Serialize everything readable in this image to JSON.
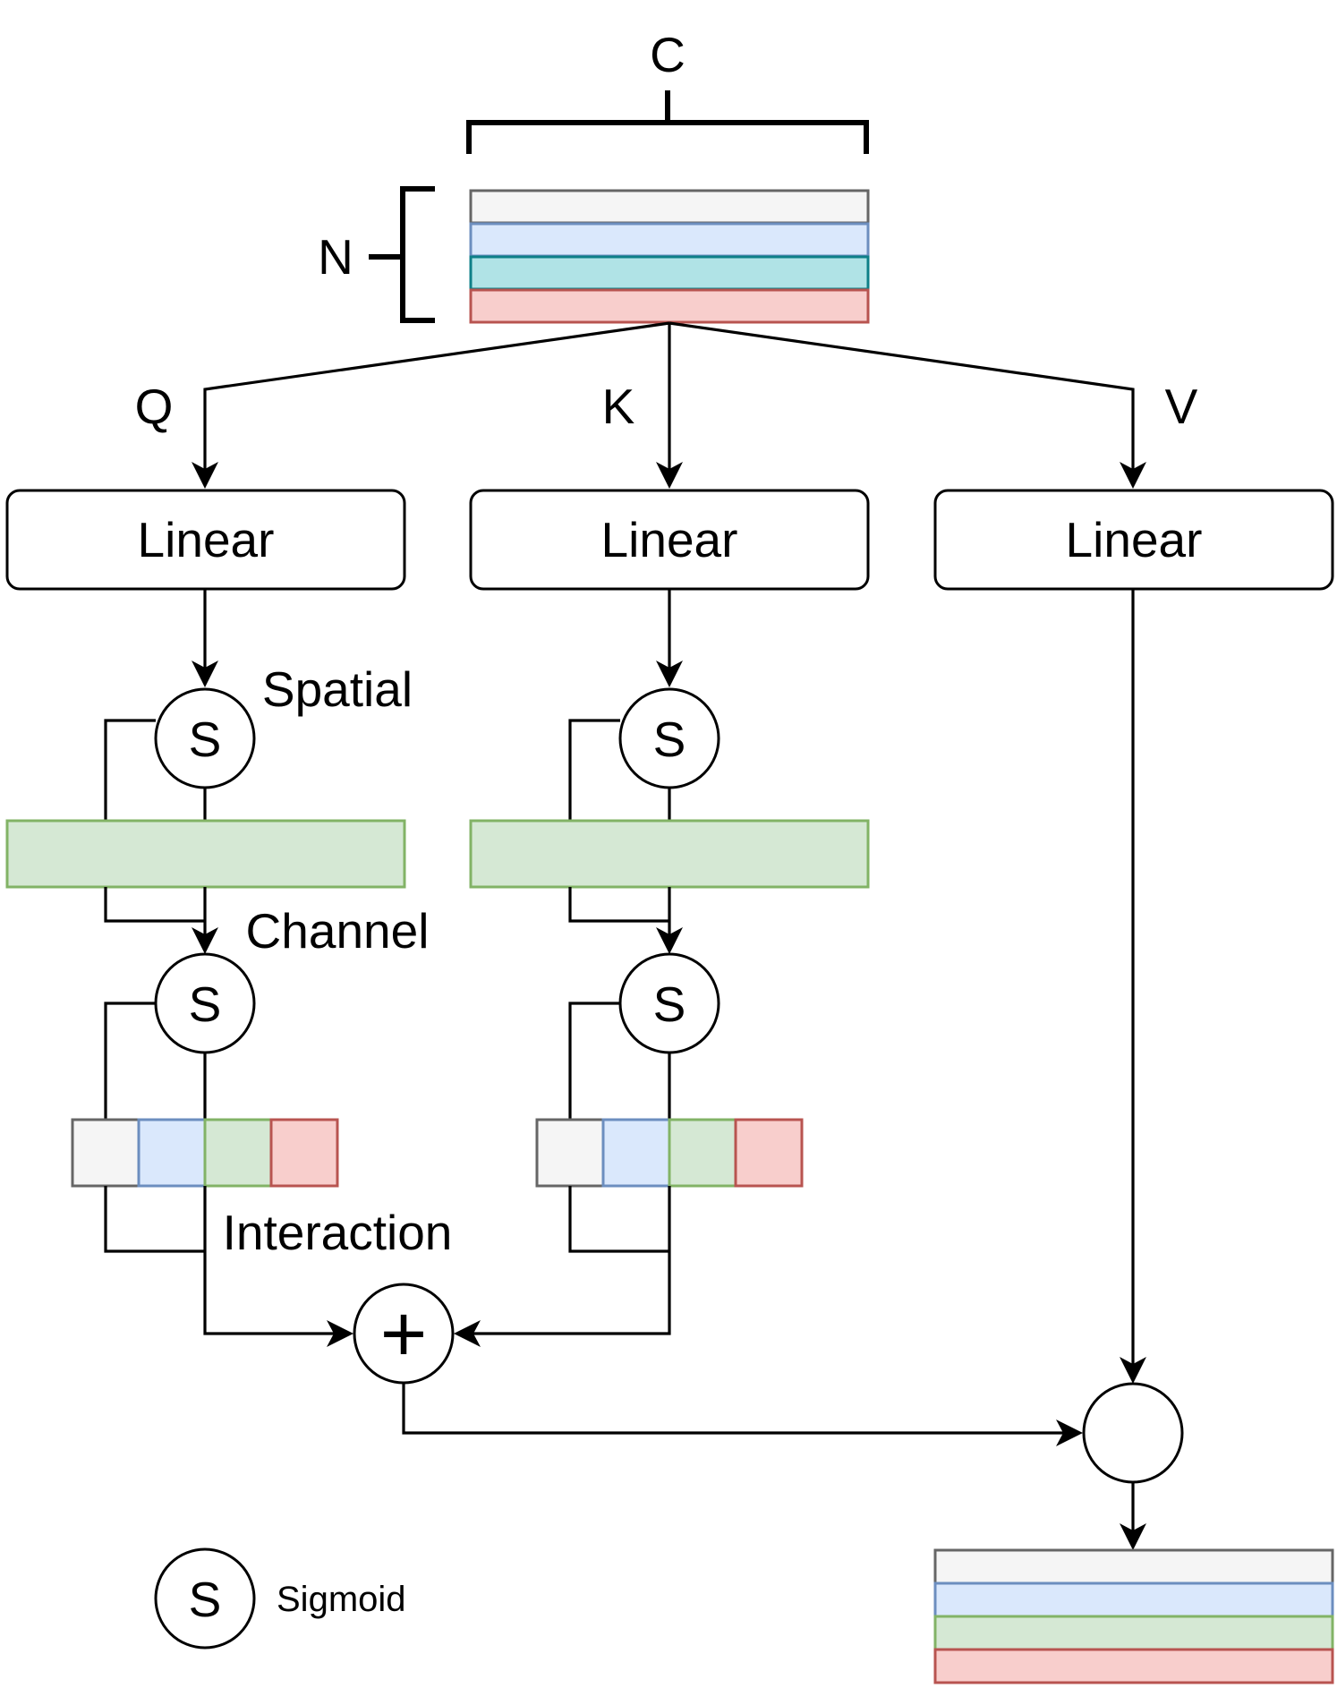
{
  "labels": {
    "c": "C",
    "n": "N",
    "q": "Q",
    "k": "K",
    "v": "V",
    "spatial": "Spatial",
    "channel": "Channel",
    "interaction": "Interaction"
  },
  "blocks": {
    "linear_q": "Linear",
    "linear_k": "Linear",
    "linear_v": "Linear"
  },
  "sigmoid_symbol": "S",
  "plus_symbol": "+",
  "legend": {
    "symbol": "S",
    "text": "Sigmoid"
  },
  "colors": {
    "gray_fill": "#f5f5f5",
    "gray_stroke": "#666666",
    "blue_fill": "#dae8fc",
    "blue_stroke": "#6c8ebf",
    "teal_fill": "#b0e3e6",
    "teal_stroke": "#0e8088",
    "green_fill": "#d5e8d4",
    "green_stroke": "#82b366",
    "red_fill": "#f8cecc",
    "red_stroke": "#b85450"
  }
}
